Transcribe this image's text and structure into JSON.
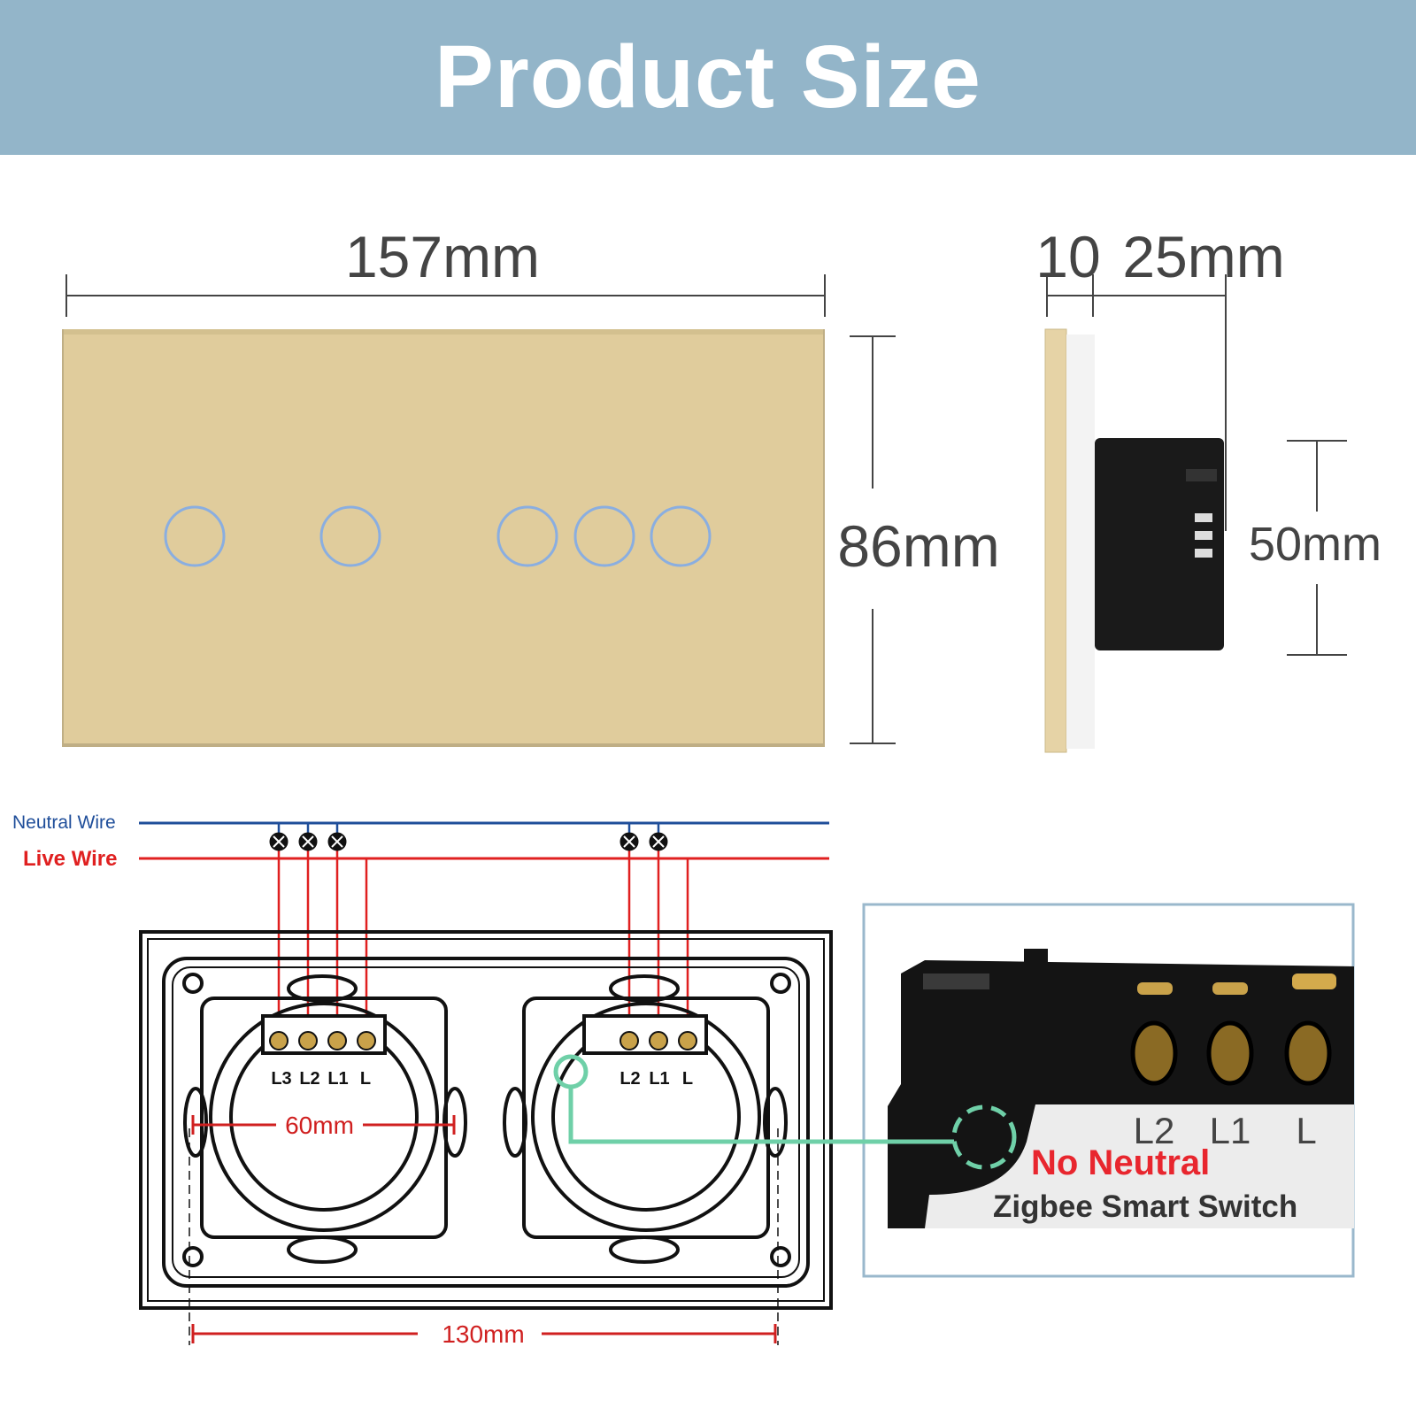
{
  "header": {
    "title": "Product Size"
  },
  "dimensions": {
    "width": "157mm",
    "height": "86mm",
    "glass_thickness": "10",
    "module_depth": "25mm",
    "module_height": "50mm",
    "hole_spacing": "60mm",
    "mount_spacing": "130mm"
  },
  "panel": {
    "color": "#e0cc9c",
    "touch_button_count": 5,
    "touch_ring_color": "#8aaee0"
  },
  "wiring": {
    "neutral_label": "Neutral Wire",
    "live_label": "Live Wire",
    "neutral_color": "#1f4e9a",
    "live_color": "#e02020",
    "left_module_terminals": [
      "L3",
      "L2",
      "L1",
      "L"
    ],
    "right_module_terminals": [
      "L2",
      "L1",
      "L"
    ]
  },
  "inset": {
    "terminals": [
      "L2",
      "L1",
      "L"
    ],
    "warning": "No Neutral",
    "product_name": "Zigbee Smart Switch",
    "highlight_color": "#6fd0a8"
  }
}
